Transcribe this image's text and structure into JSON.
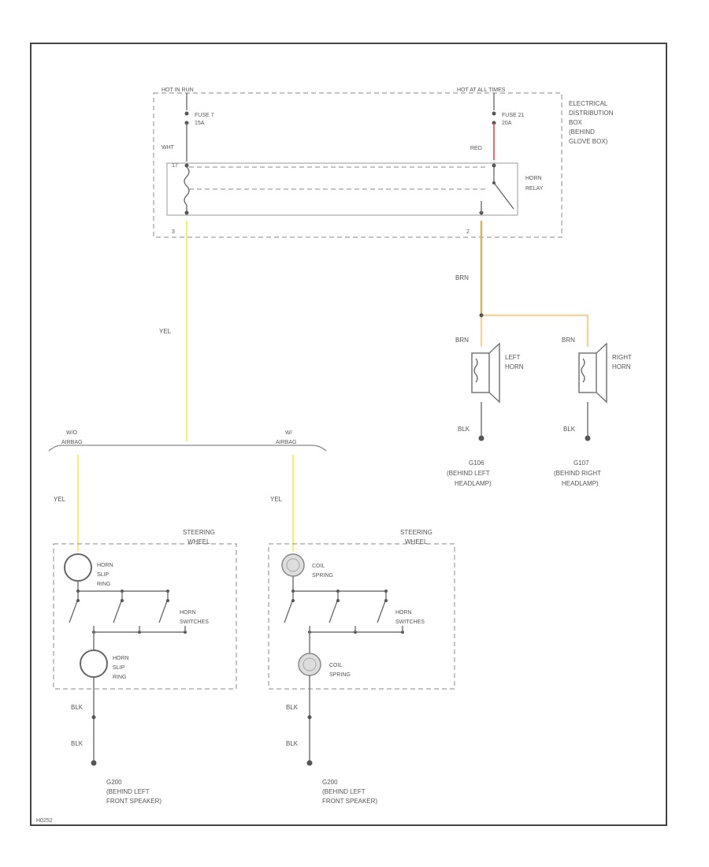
{
  "colors": {
    "yellow_wire": "#f2f07a",
    "red_wire": "#ee6677",
    "brown_wire": "#d9b25a",
    "tan_wire": "#f0d8a0",
    "frame": "#444444"
  },
  "eddb": {
    "hot_run": "HOT IN RUN",
    "hot_all": "HOT AT ALL TIMES",
    "fuse7_name": "FUSE 7",
    "fuse7_amp": "15A",
    "fuse21_name": "FUSE 21",
    "fuse21_amp": "20A",
    "box_line1": "ELECTRICAL",
    "box_line2": "DISTRIBUTION",
    "box_line3": "BOX",
    "box_line4": "(BEHIND",
    "box_line5": "GLOVE BOX)",
    "relay_line1": "HORN",
    "relay_line2": "RELAY",
    "pin_left_top": "17",
    "pin_left_bottom": "3",
    "pin_right_bottom": "2"
  },
  "wires": {
    "wht": "WHT",
    "red": "RED",
    "brn_main": "BRN",
    "brn_left": "BRN",
    "brn_right": "BRN",
    "yel_main": "YEL",
    "yel_left": "YEL",
    "yel_right": "YEL",
    "blk_lh": "BLK",
    "blk_rh": "BLK",
    "blk_sw1a": "BLK",
    "blk_sw1b": "BLK",
    "blk_sw2a": "BLK",
    "blk_sw2b": "BLK"
  },
  "horns": {
    "left_line1": "LEFT",
    "left_line2": "HORN",
    "right_line1": "RIGHT",
    "right_line2": "HORN"
  },
  "grounds": {
    "g106_id": "G106",
    "g106_line1": "(BEHIND LEFT",
    "g106_line2": "HEADLAMP)",
    "g107_id": "G107",
    "g107_line1": "(BEHIND RIGHT",
    "g107_line2": "HEADLAMP)",
    "g1_id": "G200",
    "g1_line1": "(BEHIND LEFT",
    "g1_line2": "FRONT SPEAKER)",
    "g2_id": "G200",
    "g2_line1": "(BEHIND LEFT",
    "g2_line2": "FRONT SPEAKER)"
  },
  "variants": {
    "left_top": "W/O",
    "left_bottom": "AIRBAG",
    "right_top": "W/",
    "right_bottom": "AIRBAG"
  },
  "wheel1": {
    "title1": "STEERING",
    "title2": "WHEEL",
    "ring1_line1": "HORN",
    "ring1_line2": "SLIP",
    "ring1_line3": "RING",
    "switches1": "HORN",
    "switches2": "SWITCHES",
    "ring2_line1": "HORN",
    "ring2_line2": "SLIP",
    "ring2_line3": "RING"
  },
  "wheel2": {
    "title1": "STEERING",
    "title2": "WHEEL",
    "coil1_line1": "COIL",
    "coil1_line2": "SPRING",
    "switches1": "HORN",
    "switches2": "SWITCHES",
    "coil2_line1": "COIL",
    "coil2_line2": "SPRING"
  },
  "footer_code": "H0252"
}
